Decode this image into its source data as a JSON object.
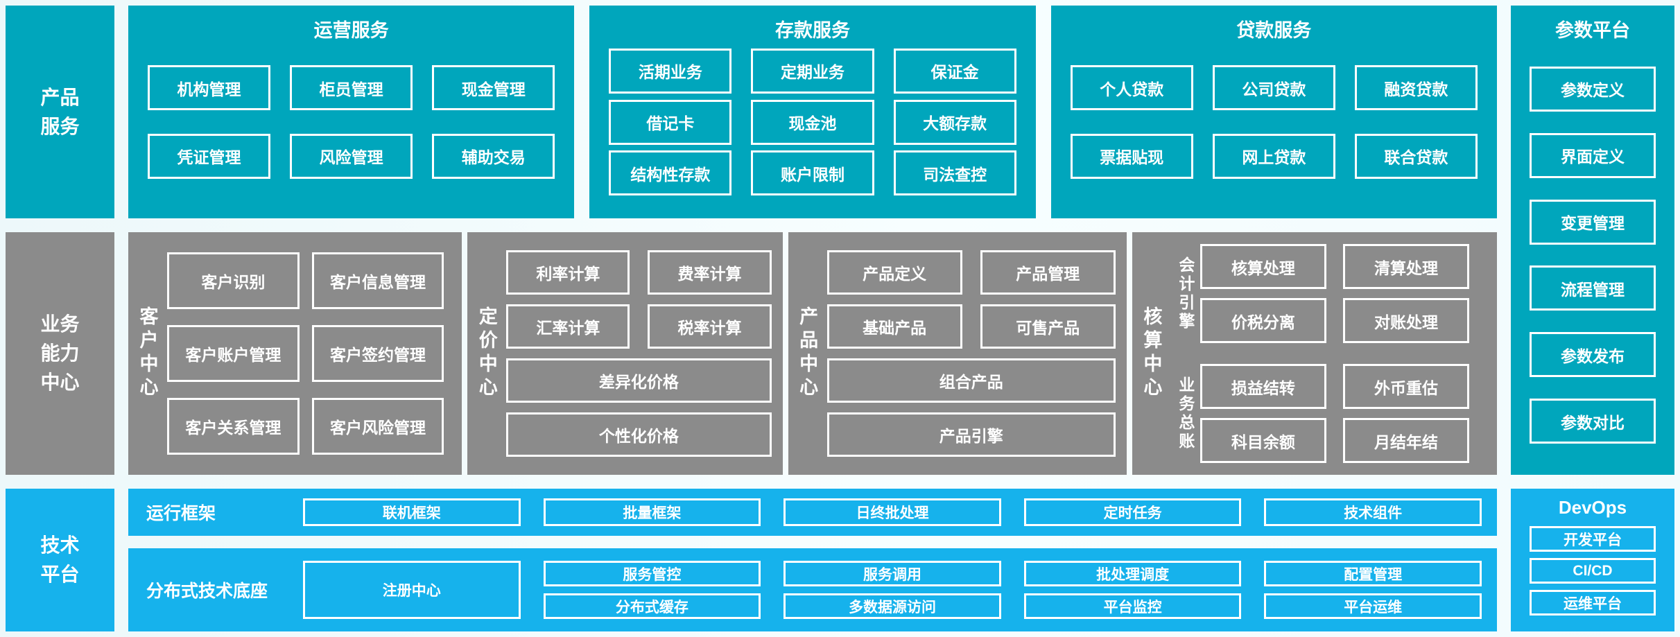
{
  "palette": {
    "teal": "#00a6bc",
    "gray": "#8b8b8b",
    "blue": "#16b2ec",
    "background": "#f2fbfd",
    "box_border": "#ffffff",
    "text": "#ffffff"
  },
  "sidebars": {
    "product": "产品\n服务",
    "business": "业务\n能力\n中心",
    "tech": "技术\n平台"
  },
  "top_sections": [
    {
      "title": "运营服务",
      "items": [
        "机构管理",
        "柜员管理",
        "现金管理",
        "凭证管理",
        "风险管理",
        "辅助交易"
      ]
    },
    {
      "title": "存款服务",
      "items": [
        "活期业务",
        "定期业务",
        "保证金",
        "借记卡",
        "现金池",
        "大额存款",
        "结构性存款",
        "账户限制",
        "司法查控"
      ]
    },
    {
      "title": "贷款服务",
      "items": [
        "个人贷款",
        "公司贷款",
        "融资贷款",
        "票据贴现",
        "网上贷款",
        "联合贷款"
      ]
    }
  ],
  "param_platform": {
    "title": "参数平台",
    "items": [
      "参数定义",
      "界面定义",
      "变更管理",
      "流程管理",
      "参数发布",
      "参数对比"
    ]
  },
  "centers": [
    {
      "label": "客户中心",
      "items": [
        "客户识别",
        "客户信息管理",
        "客户账户管理",
        "客户签约管理",
        "客户关系管理",
        "客户风险管理"
      ]
    },
    {
      "label": "定价中心",
      "items": [
        "利率计算",
        "费率计算",
        "汇率计算",
        "税率计算"
      ],
      "wide_items": [
        "差异化价格",
        "个性化价格"
      ]
    },
    {
      "label": "产品中心",
      "items": [
        "产品定义",
        "产品管理",
        "基础产品",
        "可售产品"
      ],
      "wide_items": [
        "组合产品",
        "产品引擎"
      ]
    },
    {
      "label": "核算中心",
      "groups": [
        {
          "label": "会计引擎",
          "items": [
            "核算处理",
            "清算处理",
            "价税分离",
            "对账处理"
          ]
        },
        {
          "label": "业务总账",
          "items": [
            "损益结转",
            "外币重估",
            "科目余额",
            "月结年结"
          ]
        }
      ]
    }
  ],
  "runtime_framework": {
    "label": "运行框架",
    "items": [
      "联机框架",
      "批量框架",
      "日终批处理",
      "定时任务",
      "技术组件"
    ]
  },
  "distributed_base": {
    "label": "分布式技术底座",
    "registry": "注册中心",
    "columns": [
      [
        "服务管控",
        "分布式缓存"
      ],
      [
        "服务调用",
        "多数据源访问"
      ],
      [
        "批处理调度",
        "平台监控"
      ],
      [
        "配置管理",
        "平台运维"
      ]
    ]
  },
  "devops": {
    "title": "DevOps",
    "items": [
      "开发平台",
      "CI/CD",
      "运维平台"
    ]
  }
}
